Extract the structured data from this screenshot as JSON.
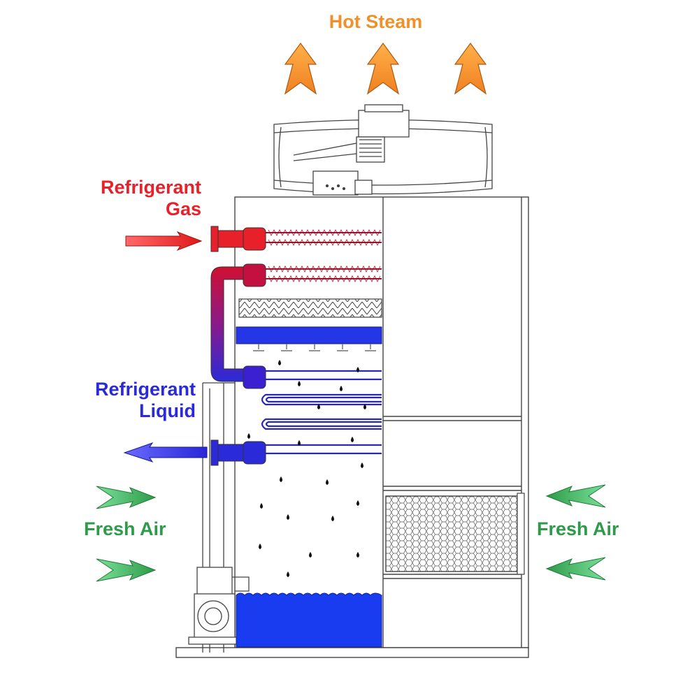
{
  "labels": {
    "hot_steam": "Hot Steam",
    "refrigerant_gas_line1": "Refrigerant",
    "refrigerant_gas_line2": "Gas",
    "refrigerant_liquid_line1": "Refrigerant",
    "refrigerant_liquid_line2": "Liquid",
    "fresh_air_left": "Fresh Air",
    "fresh_air_right": "Fresh Air"
  },
  "colors": {
    "steam": "#f0902a",
    "gas": "#e8202a",
    "liquid": "#2a2ad8",
    "air": "#2e9a4a",
    "air_light": "#6bd38a",
    "water": "#1a3cf0",
    "outline": "#333333"
  }
}
